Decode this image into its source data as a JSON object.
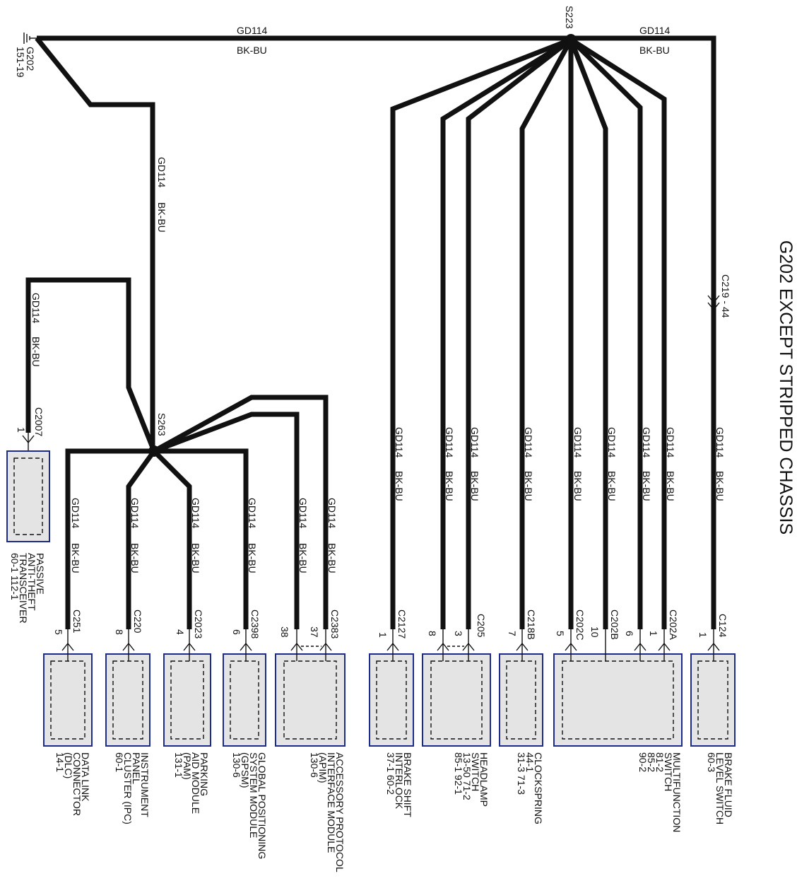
{
  "title": "G202 EXCEPT STRIPPED CHASSIS",
  "ground": {
    "name": "G202",
    "ref": "151-19"
  },
  "splices": {
    "top": "S223",
    "left": "S263"
  },
  "wire": {
    "circuit": "GD114",
    "color": "BK-BU"
  },
  "inline_connector": {
    "label": "C219 - 44"
  },
  "components": [
    {
      "id": "patt",
      "lines": [
        "PASSIVE",
        "ANTI-THEFT",
        "TRANSCEIVER",
        "60-1     112-1"
      ],
      "connectors": [
        {
          "name": "C2007",
          "pin": "1"
        }
      ]
    },
    {
      "id": "dlc",
      "lines": [
        "DATA LINK",
        "CONNECTOR",
        "(DLC)",
        "14-1"
      ],
      "connectors": [
        {
          "name": "C251",
          "pin": "5"
        }
      ]
    },
    {
      "id": "ipc",
      "lines": [
        "INSTRUMENT",
        "PANEL",
        "CLUSTER (IPC)",
        "60-1"
      ],
      "connectors": [
        {
          "name": "C220",
          "pin": "8"
        }
      ]
    },
    {
      "id": "pam",
      "lines": [
        "PARKING",
        "AID MODULE",
        "(PAM)",
        "131-1"
      ],
      "connectors": [
        {
          "name": "C2023",
          "pin": "4"
        }
      ]
    },
    {
      "id": "gpsm",
      "lines": [
        "GLOBAL POSITIONING",
        "SYSTEM MODULE",
        "(GPSM)",
        "130-6"
      ],
      "connectors": [
        {
          "name": "C2398",
          "pin": "6"
        }
      ]
    },
    {
      "id": "apim",
      "lines": [
        "ACCESSORY PROTOCOL",
        "INTERFACE MODULE",
        "(APIM)",
        "130-6"
      ],
      "connectors": [
        {
          "name": "C2383",
          "pin": "38"
        },
        {
          "name": "",
          "pin": "37"
        }
      ]
    },
    {
      "id": "bsi",
      "lines": [
        "BRAKE SHIFT",
        "INTERLOCK",
        "37-1     60-2"
      ],
      "connectors": [
        {
          "name": "C2127",
          "pin": "1"
        }
      ]
    },
    {
      "id": "hsw",
      "lines": [
        "HEADLAMP",
        "SWITCH",
        "13-50   71-2",
        "85-1     92-1"
      ],
      "connectors": [
        {
          "name": "C205",
          "pin": "8"
        },
        {
          "name": "",
          "pin": "3"
        }
      ]
    },
    {
      "id": "clk",
      "lines": [
        "CLOCKSPRING",
        "44-1",
        "31-3     71-3"
      ],
      "connectors": [
        {
          "name": "C218B",
          "pin": "7"
        }
      ]
    },
    {
      "id": "mfs",
      "lines": [
        "MULTIFUNCTION",
        "SWITCH",
        "81-2",
        "85-2",
        "90-2"
      ],
      "connectors": [
        {
          "name": "C202C",
          "pin": "5"
        },
        {
          "name": "C202B",
          "pin": "10"
        },
        {
          "name": "C202A",
          "pin": "6"
        },
        {
          "name": "",
          "pin": "1"
        }
      ]
    },
    {
      "id": "bfl",
      "lines": [
        "BRAKE FLUID",
        "LEVEL SWITCH",
        "60-3"
      ],
      "connectors": [
        {
          "name": "C124",
          "pin": "1"
        }
      ]
    }
  ]
}
